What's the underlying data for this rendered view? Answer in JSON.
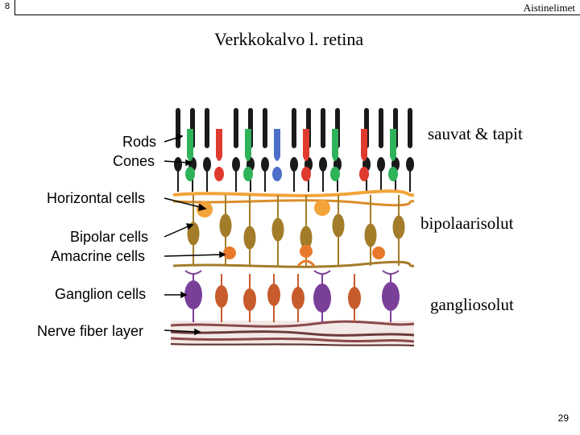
{
  "slide": {
    "number": "8",
    "header": "Aistinelimet",
    "title": "Verkkokalvo l. retina",
    "page": "29"
  },
  "figure": {
    "layer_labels": [
      "Rods",
      "Cones",
      "Horizontal cells",
      "Bipolar cells",
      "Amacrine cells",
      "Ganglion cells",
      "Nerve fiber layer"
    ]
  },
  "annotations": [
    "sauvat & tapit",
    "bipolaarisolut",
    "gangliosolut"
  ],
  "colors": {
    "rod": "#1a1a1a",
    "cone_green": "#2fb35a",
    "cone_red": "#e03a2f",
    "cone_blue": "#4d6fc9",
    "horizontal": "#f2a43a",
    "bipolar": "#a37c2a",
    "amacrine": "#e8792c",
    "ganglion_orange": "#c85b2c",
    "ganglion_purple": "#7a3f99",
    "nerve": "#8b4a4a"
  }
}
